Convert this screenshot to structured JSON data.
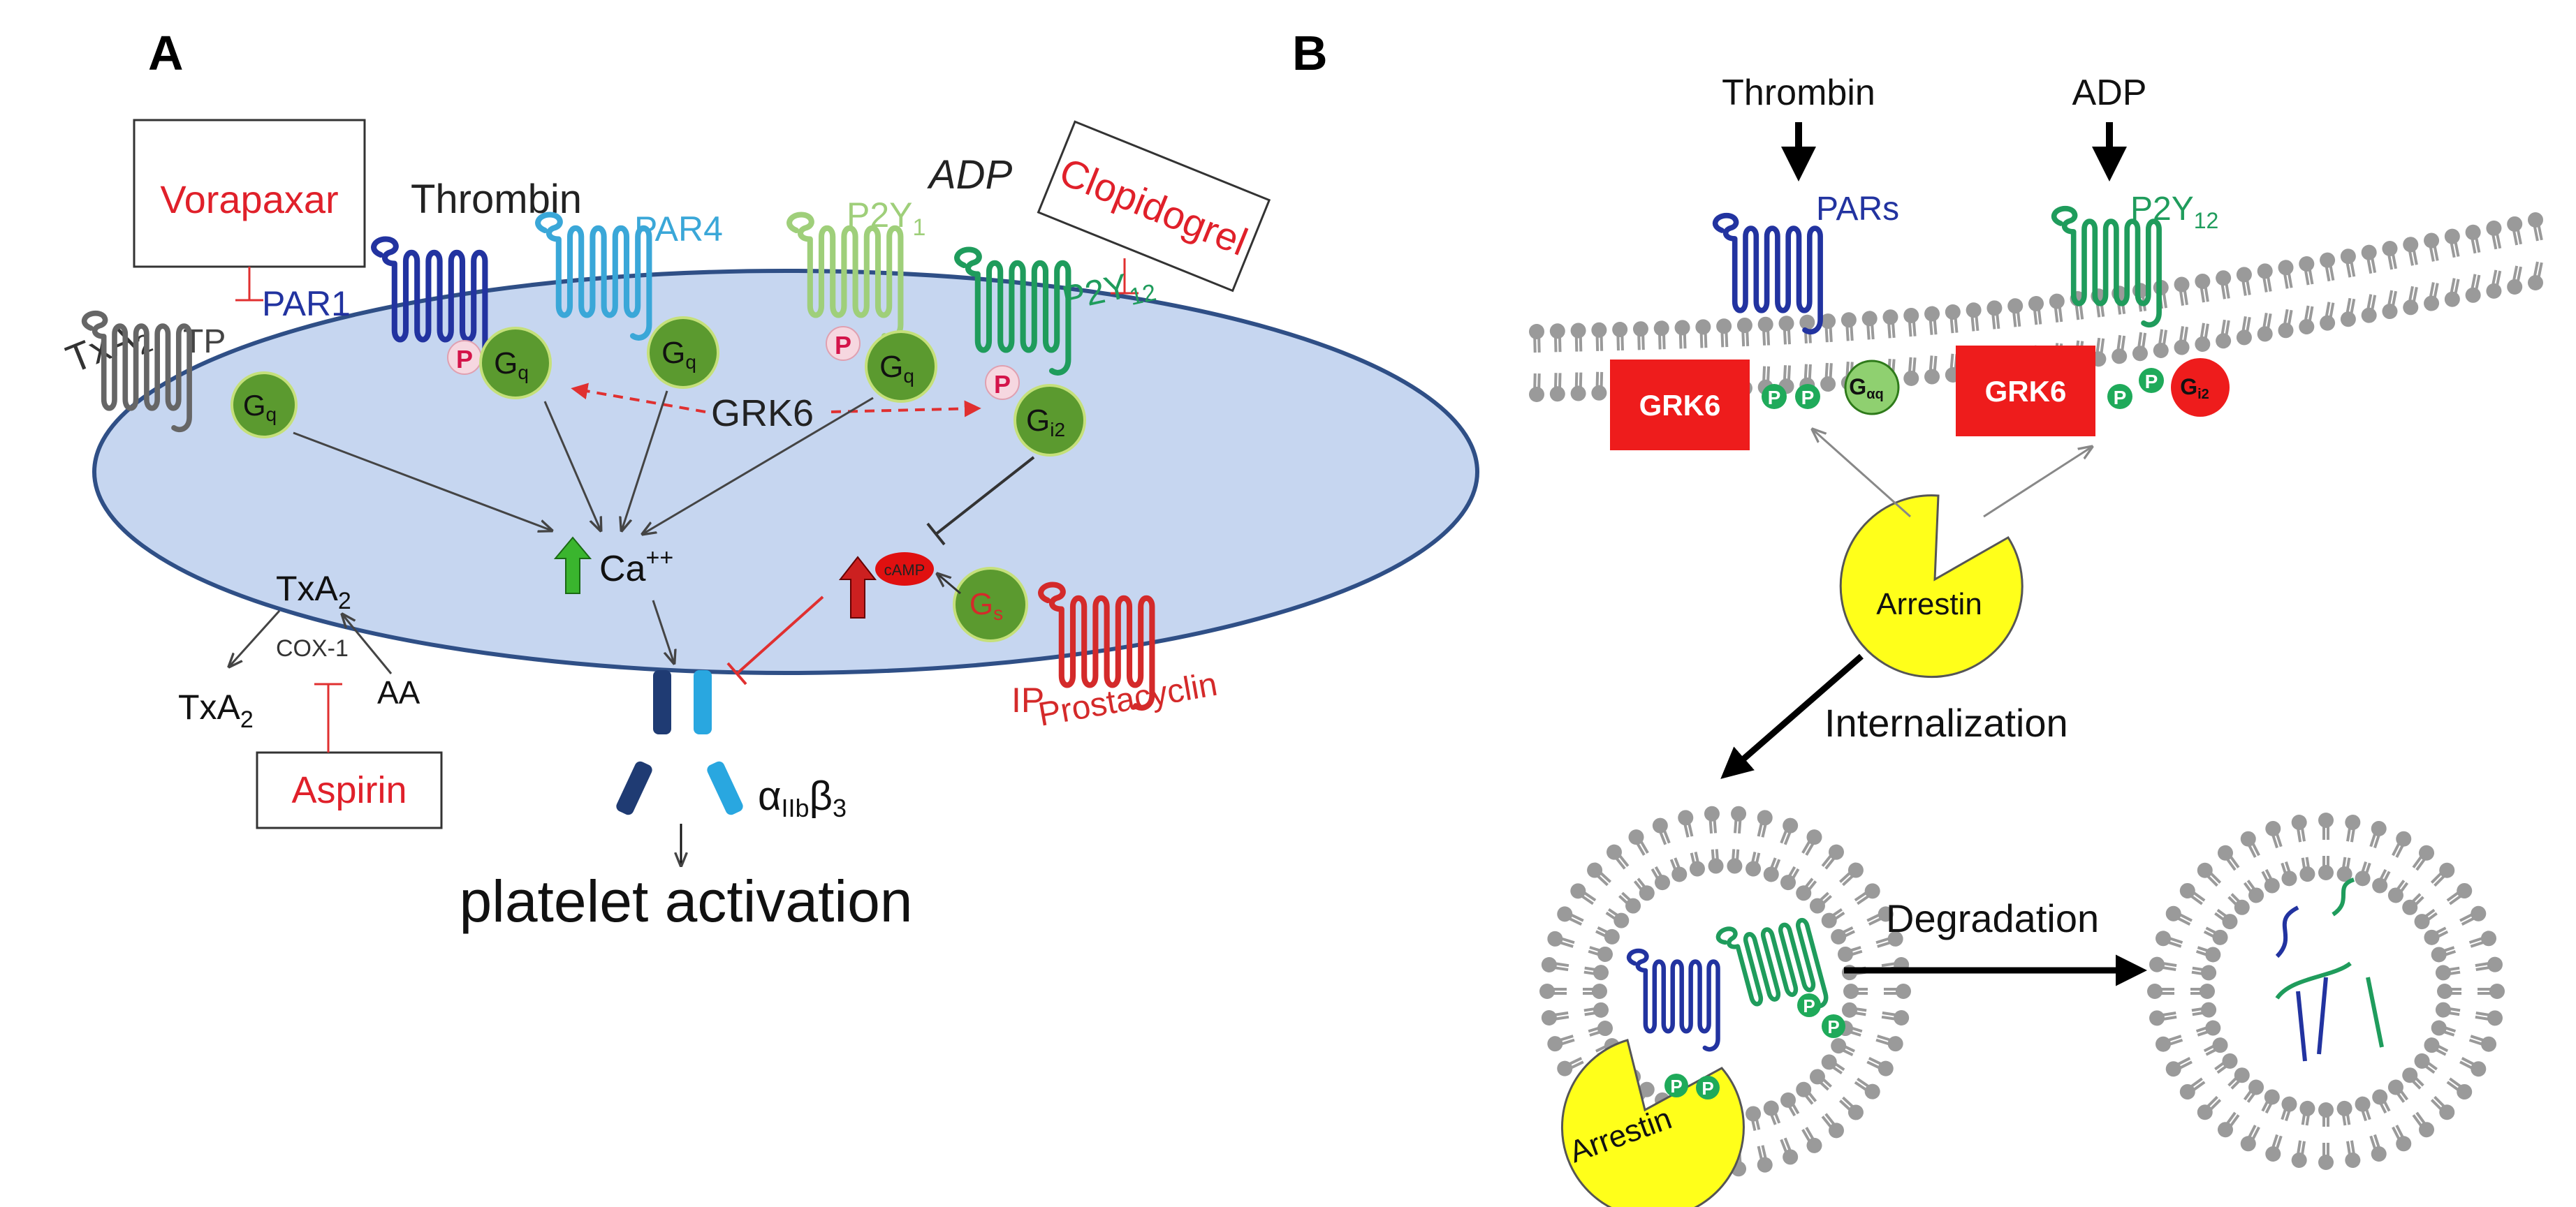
{
  "panel_a": {
    "letter": "A",
    "drugs": {
      "vorapaxar": "Vorapaxar",
      "clopidogrel": "Clopidogrel",
      "aspirin": "Aspirin"
    },
    "ligands": {
      "thrombin": "Thrombin",
      "adp": "ADP",
      "prostacyclin": "Prostacyclin"
    },
    "receptors": {
      "par1": "PAR1",
      "par4": "PAR4",
      "p2y1": {
        "base": "P2Y",
        "sub": "1"
      },
      "p2y12": {
        "base": "P2Y",
        "sub": "12"
      },
      "tp": "TP",
      "ip": "IP"
    },
    "txa2": {
      "base": "TxA",
      "sub": "2"
    },
    "g_proteins": {
      "gq": {
        "base": "G",
        "sub": "q"
      },
      "gi2": {
        "base": "G",
        "sub": "i2"
      },
      "gs": {
        "base": "G",
        "sub": "s"
      }
    },
    "phospho": "P",
    "kinase": "GRK6",
    "calcium": {
      "base": "Ca",
      "sup": "++"
    },
    "camp": "cAMP",
    "cox1": "COX-1",
    "aa": "AA",
    "integrin": {
      "alpha": "α",
      "alpha_sub": "IIb",
      "beta": "β",
      "beta_sub": "3"
    },
    "outcome": "platelet activation",
    "colors": {
      "membrane_fill": "#c6d6f0",
      "membrane_stroke": "#2f4f86",
      "par1": "#2233a0",
      "par4": "#3aa7d8",
      "p2y1": "#9fcf7a",
      "p2y12": "#1f9c5c",
      "tp": "#666666",
      "ip": "#d42a2a",
      "g_protein": "#5b9a2f",
      "inhibit": "#e03030",
      "drug_text": "#e0202a"
    }
  },
  "panel_b": {
    "letter": "B",
    "ligands": {
      "thrombin": "Thrombin",
      "adp": "ADP"
    },
    "receptors": {
      "pars": "PARs",
      "p2y12": {
        "base": "P2Y",
        "sub": "12"
      }
    },
    "kinase": "GRK6",
    "phospho": "P",
    "g_alpha_q": {
      "base": "G",
      "sub": "αq"
    },
    "g_i2": {
      "base": "G",
      "sub": "i2"
    },
    "arrestin": "Arrestin",
    "steps": {
      "internalization": "Internalization",
      "degradation": "Degradation"
    },
    "colors": {
      "grk6": "#ee1c1c",
      "arrestin": "#ffff1a",
      "lipid": "#9a9a9a",
      "phospho": "#1faa5a"
    }
  }
}
